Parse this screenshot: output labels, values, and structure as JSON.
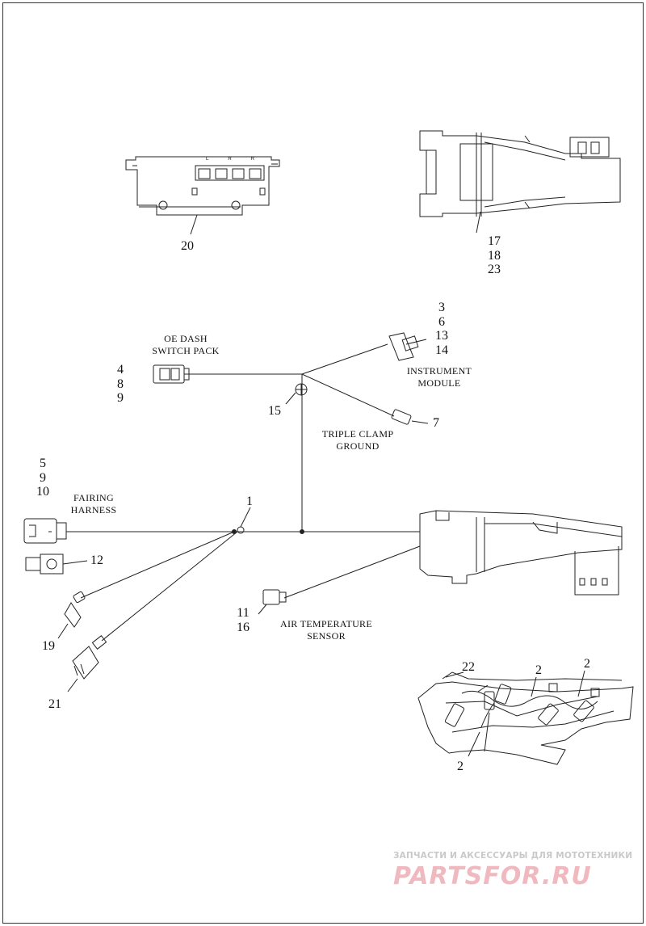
{
  "callouts": {
    "c1": "1",
    "c2a": "2",
    "c2b": "2",
    "c2c": "2",
    "c7": "7",
    "c12": "12",
    "c15": "15",
    "c20": "20",
    "c21": "21",
    "c22": "22",
    "c19": "19",
    "stack_17": [
      "17",
      "18",
      "23"
    ],
    "stack_3": [
      "3",
      "6",
      "13",
      "14"
    ],
    "stack_4": [
      "4",
      "8",
      "9"
    ],
    "stack_5": [
      "5",
      "9",
      "10"
    ],
    "stack_11": [
      "11",
      "16"
    ]
  },
  "labels": {
    "oe_dash": [
      "OE DASH",
      "SWITCH PACK"
    ],
    "instrument": [
      "INSTRUMENT",
      "MODULE"
    ],
    "triple_clamp": [
      "TRIPLE CLAMP",
      "GROUND"
    ],
    "fairing": [
      "FAIRING",
      "HARNESS"
    ],
    "air_temp": [
      "AIR TEMPERATURE",
      "SENSOR"
    ]
  },
  "switch_pack_letters": [
    "L",
    "R",
    "R"
  ],
  "watermark": {
    "tagline": "ЗАПЧАСТИ И АКСЕССУАРЫ ДЛЯ МОТОТЕХНИКИ",
    "logo": "PARTSFOR.RU"
  }
}
